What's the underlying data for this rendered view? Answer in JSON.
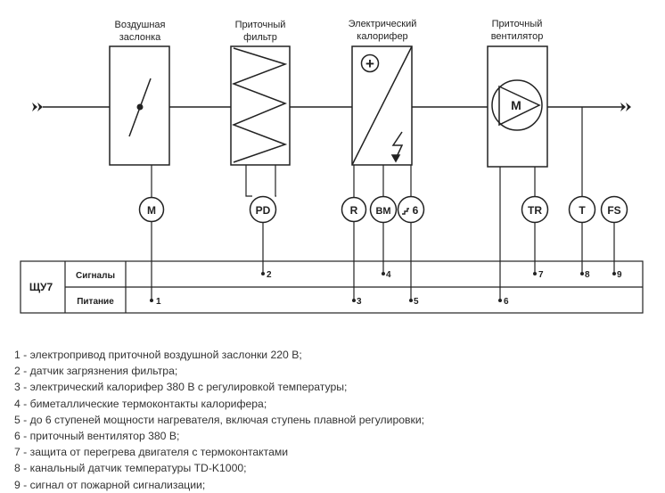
{
  "components": {
    "damper": {
      "line1": "Воздушная",
      "line2": "заслонка"
    },
    "filter": {
      "line1": "Приточный",
      "line2": "фильтр"
    },
    "heater": {
      "line1": "Электрический",
      "line2": "калорифер"
    },
    "fan": {
      "line1": "Приточный",
      "line2": "вентилятор"
    }
  },
  "fan_symbol": "M",
  "heater_symbol": "+",
  "sensors": {
    "m": "M",
    "pd": "PD",
    "r": "R",
    "bm": "BM",
    "steps": "6",
    "tr": "TR",
    "t": "T",
    "fs": "FS"
  },
  "panel": {
    "title": "ЩУ7",
    "signals_label": "Сигналы",
    "power_label": "Питание"
  },
  "connection_numbers": {
    "n1": "1",
    "n2": "2",
    "n3": "3",
    "n4": "4",
    "n5": "5",
    "n6": "6",
    "n7": "7",
    "n8": "8",
    "n9": "9"
  },
  "legend": [
    "1 - электропривод приточной воздушной заслонки 220 В;",
    "2 - датчик загрязнения фильтра;",
    "3 - электрический калорифер 380 В с регулировкой температуры;",
    "4 - биметаллические термоконтакты калорифера;",
    "5 - до 6 ступеней мощности нагревателя, включая ступень плавной регулировки;",
    "6 - приточный вентилятор 380 В;",
    "7 - защита от перегрева двигателя с термоконтактами",
    "8 - канальный датчик температуры TD-K1000;",
    "9 - сигнал от пожарной сигнализации;"
  ],
  "colors": {
    "line": "#222222",
    "text": "#333333",
    "background": "#ffffff"
  }
}
